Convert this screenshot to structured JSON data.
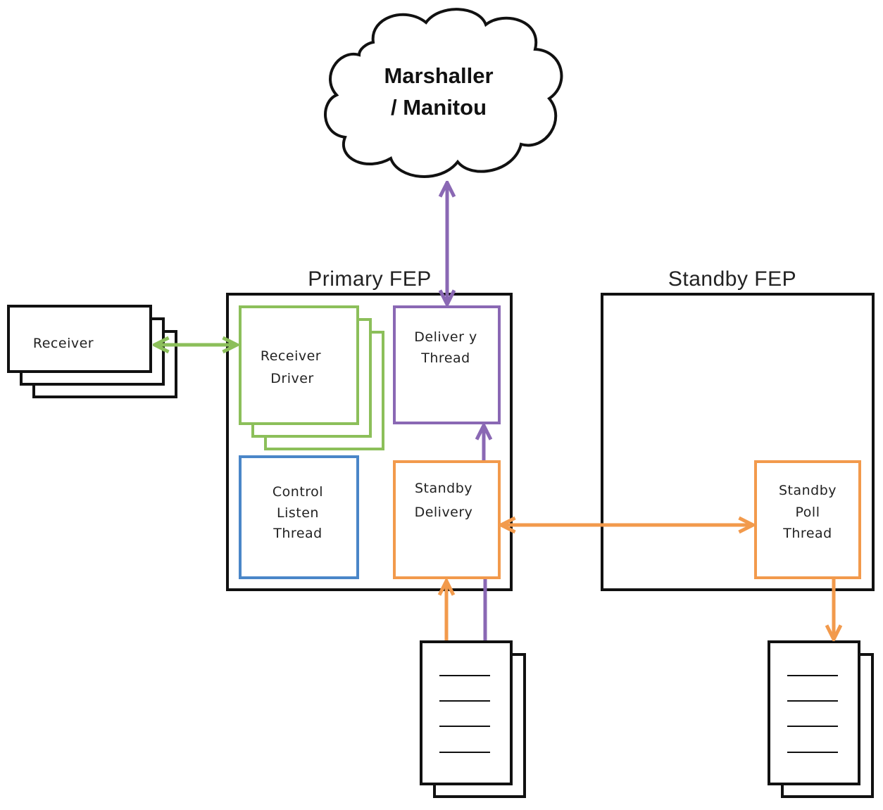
{
  "cloud": {
    "line1": "Marshaller",
    "line2": "/ Manitou"
  },
  "primary_fep": {
    "title": "Primary FEP"
  },
  "standby_fep": {
    "title": "Standby FEP"
  },
  "receiver": {
    "label": "Receiver"
  },
  "receiver_driver": {
    "line1": "Receiver",
    "line2": "Driver"
  },
  "delivery_thread": {
    "line1": "Deliver y",
    "line2": "Thread"
  },
  "control_listen_thread": {
    "line1": "Control",
    "line2": "Listen",
    "line3": "Thread"
  },
  "standby_delivery": {
    "line1": "Standby",
    "line2": "Delivery"
  },
  "standby_poll_thread": {
    "line1": "Standby",
    "line2": "Poll",
    "line3": "Thread"
  },
  "colors": {
    "green": "#8cbf5a",
    "purple": "#8a68b4",
    "orange": "#f29a4c",
    "blue": "#4a86c8",
    "black": "#111111"
  }
}
